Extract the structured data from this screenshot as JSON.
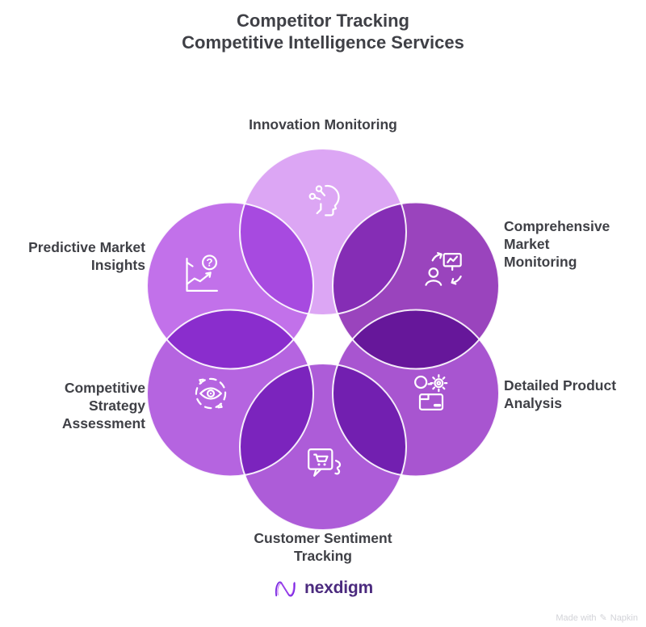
{
  "title": {
    "text": "Competitor Tracking\nCompetitive Intelligence Services"
  },
  "diagram": {
    "type": "circular-flower-venn",
    "stroke_color": "#ffffff",
    "segments": [
      {
        "name": "innovation-monitoring",
        "label": "Innovation Monitoring",
        "color": "#dca6f4",
        "icon": "head-circuit-icon",
        "position": "top"
      },
      {
        "name": "comprehensive-market-monitoring",
        "label": "Comprehensive\nMarket\nMonitoring",
        "color": "#9a44bd",
        "icon": "person-monitor-sync-icon",
        "position": "upper-right"
      },
      {
        "name": "detailed-product-analysis",
        "label": "Detailed Product\nAnalysis",
        "color": "#a855d0",
        "icon": "magnifier-gear-card-icon",
        "position": "lower-right"
      },
      {
        "name": "customer-sentiment-tracking",
        "label": "Customer Sentiment\nTracking",
        "color": "#ad5cd8",
        "icon": "speech-cart-face-icon",
        "position": "bottom"
      },
      {
        "name": "competitive-strategy-assessment",
        "label": "Competitive\nStrategy\nAssessment",
        "color": "#b564e0",
        "icon": "eye-refresh-icon",
        "position": "lower-left"
      },
      {
        "name": "predictive-market-insights",
        "label": "Predictive Market\nInsights",
        "color": "#c271ea",
        "icon": "chart-question-icon",
        "position": "upper-left"
      }
    ]
  },
  "footer": {
    "logo": {
      "text": "nexdigm",
      "color": "#4b2a7e",
      "icon": "nexdigm-n-icon"
    },
    "watermark": {
      "prefix": "Made with",
      "icon": "pen-icon",
      "glyph": "✎",
      "brand": "Napkin"
    }
  },
  "colors": {
    "text": "#3f4046",
    "background": "#ffffff"
  }
}
